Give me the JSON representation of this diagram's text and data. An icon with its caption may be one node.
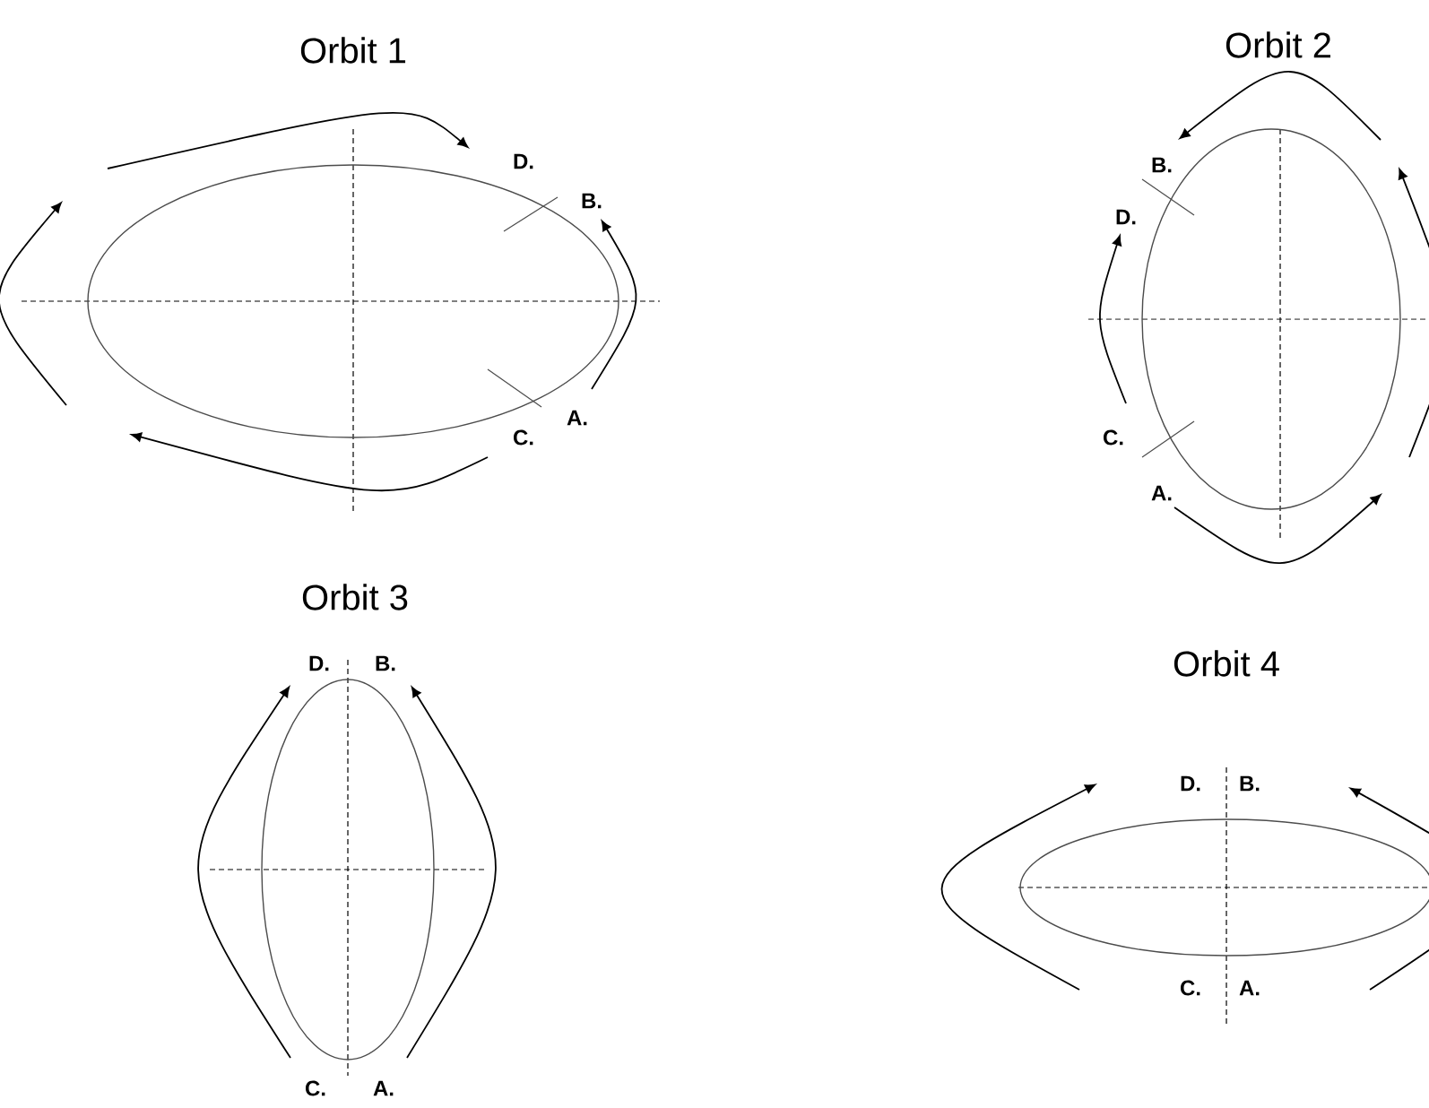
{
  "diagram": {
    "labels": [
      "Orbit 1",
      "D.",
      "B.",
      "C.",
      "A.",
      "Orbit 2",
      "B.",
      "D.",
      "C.",
      "A.",
      "Orbit 3",
      "D.",
      "B.",
      "C.",
      "A.",
      "Orbit 4",
      "D.",
      "B.",
      "C.",
      "A."
    ]
  }
}
